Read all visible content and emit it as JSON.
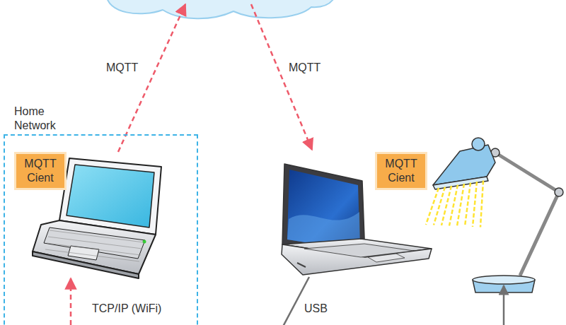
{
  "diagram": {
    "nodes": [
      {
        "text": [
          "Home Network"
        ]
      },
      {
        "text": [
          "MQTT Cient"
        ],
        "in": 0
      },
      {
        "text": [
          "MQTT Cient"
        ]
      }
    ],
    "labels": [
      "MQTT",
      "MQTT",
      "TCP/IP (WiFi)",
      "USB"
    ]
  }
}
